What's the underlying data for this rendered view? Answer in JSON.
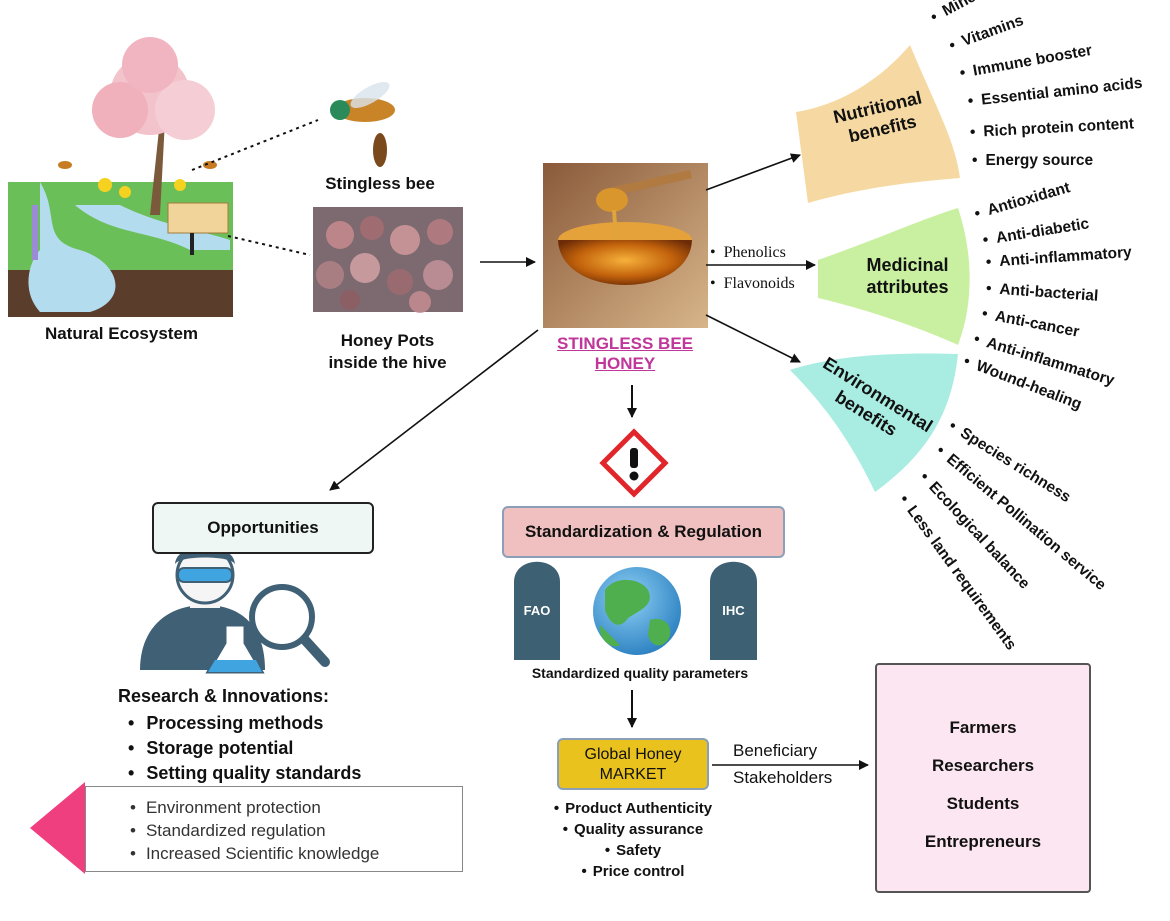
{
  "ecosystem": {
    "label": "Natural Ecosystem"
  },
  "bee": {
    "label": "Stingless bee"
  },
  "pots": {
    "label_line1": "Honey Pots",
    "label_line2": "inside the hive"
  },
  "honey": {
    "title_line1": "STINGLESS BEE",
    "title_line2": "HONEY"
  },
  "compounds": {
    "items": [
      "Phenolics",
      "Flavonoids"
    ]
  },
  "nutritional": {
    "title_line1": "Nutritional",
    "title_line2": "benefits",
    "items": [
      "Minerals",
      "Vitamins",
      "Immune booster",
      "Essential amino acids",
      "Rich protein content",
      "Energy source"
    ]
  },
  "medicinal": {
    "title_line1": "Medicinal",
    "title_line2": "attributes",
    "items": [
      "Antioxidant",
      "Anti-diabetic",
      "Anti-inflammatory",
      "Anti-bacterial",
      "Anti-cancer",
      "Anti-inflammatory",
      "Wound-healing"
    ]
  },
  "environmental": {
    "title_line1": "Environmental",
    "title_line2": "benefits",
    "items": [
      "Species richness",
      "Efficient Pollination service",
      "Ecological balance",
      "Less land requirements"
    ]
  },
  "opportunities": {
    "title": "Opportunities",
    "research_heading": "Research & Innovations:",
    "research_items": [
      "Processing methods",
      "Storage potential",
      "Setting quality standards"
    ],
    "outcomes": [
      "Environment protection",
      "Standardized regulation",
      "Increased Scientific knowledge"
    ]
  },
  "regulation": {
    "title": "Standardization & Regulation",
    "stone_left": "FAO",
    "stone_right": "IHC",
    "caption": "Standardized quality parameters"
  },
  "market": {
    "title_line1": "Global Honey",
    "title_line2": "MARKET",
    "items": [
      "Product Authenticity",
      "Quality assurance",
      "Safety",
      "Price control"
    ],
    "arrow_label_line1": "Beneficiary",
    "arrow_label_line2": "Stakeholders"
  },
  "stakeholders": {
    "items": [
      "Farmers",
      "Researchers",
      "Students",
      "Entrepreneurs"
    ]
  },
  "colors": {
    "nutritional": "#f6d9a2",
    "medicinal": "#c8f0a0",
    "environmental": "#a8ece2",
    "opportunities_bg": "#eef7f3",
    "regulation_bg": "#efc0bf",
    "market_bg": "#e9c21e",
    "stakeholders_bg": "#fbe6f1",
    "pink_arrow": "#ef3f7f",
    "honey_title": "#c0369a"
  }
}
